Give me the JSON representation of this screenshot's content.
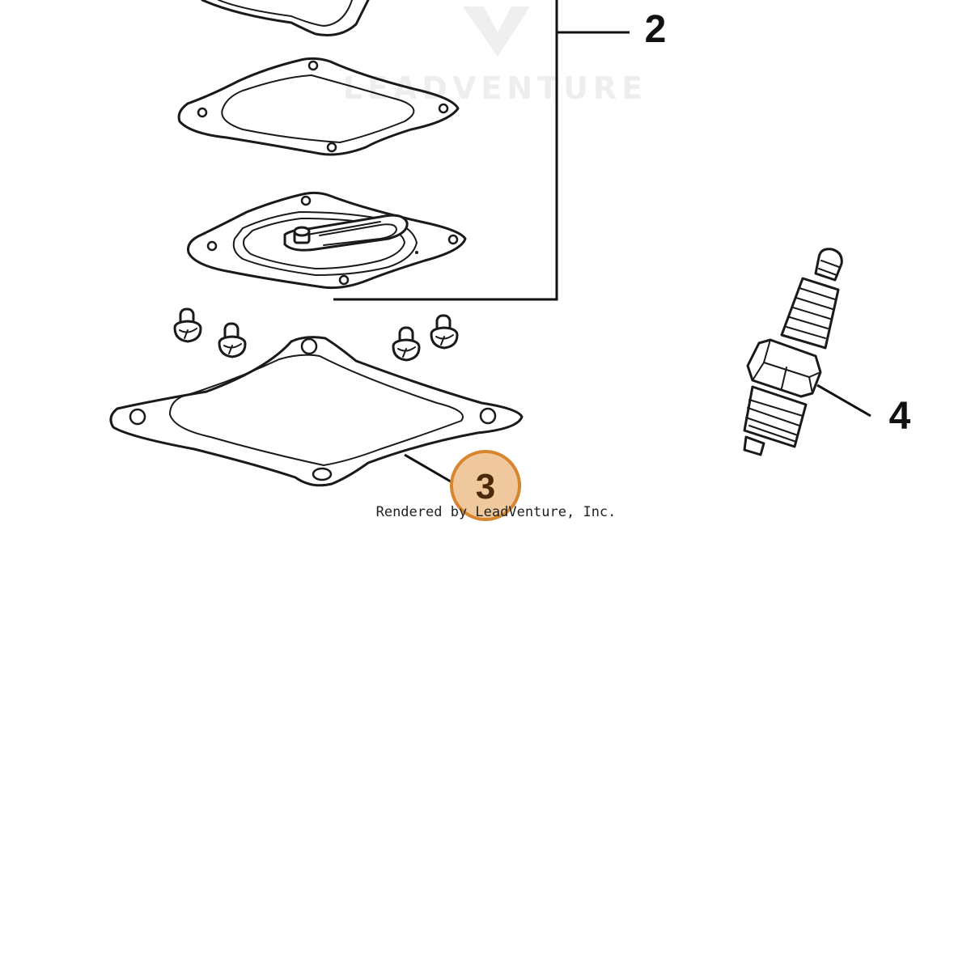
{
  "watermark": {
    "text": "LEADVENTURE"
  },
  "callouts": {
    "c2": "2",
    "c3": "3",
    "c4": "4"
  },
  "credit": "Rendered by LeadVenture, Inc.",
  "colors": {
    "line": "#1a1a1a",
    "highlight_fill": "#f0c89e",
    "highlight_stroke": "#d9852e",
    "watermark": "#eeeeee"
  }
}
